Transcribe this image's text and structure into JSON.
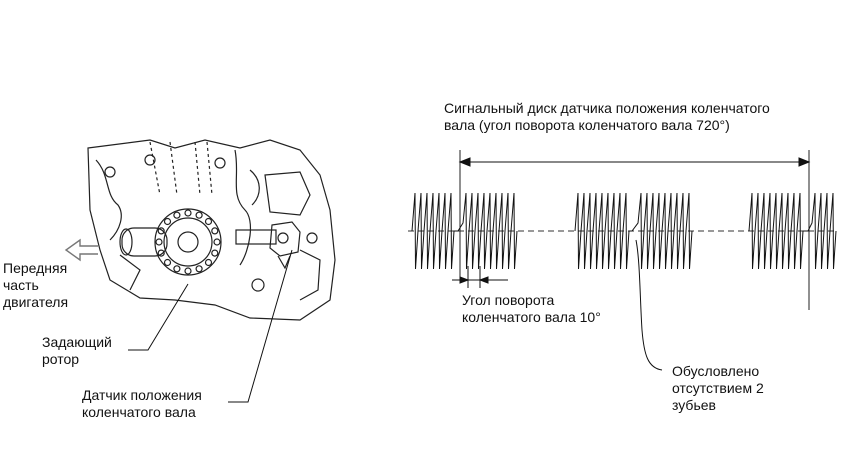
{
  "labels": {
    "front": "Передняя\nчасть\nдвигателя",
    "rotor": "Задающий\nротор",
    "sensor": "Датчик положения\nколенчатого вала",
    "disk_title": "Сигнальный диск датчика положения коленчатого\nвала (угол поворота коленчатого вала 720°)",
    "angle10": "Угол поворота\nколенчатого вала 10°",
    "missing": "Обусловлено\nотсутствием 2\nзубьев"
  },
  "signal": {
    "groups": [
      {
        "teeth": 10,
        "missing_after": true
      },
      {
        "teeth": 10,
        "missing_after": true
      },
      {
        "teeth": 10,
        "missing_after": true
      }
    ],
    "crank_angle_deg": 720,
    "tooth_angle_deg": 10,
    "missing_teeth": 2
  }
}
